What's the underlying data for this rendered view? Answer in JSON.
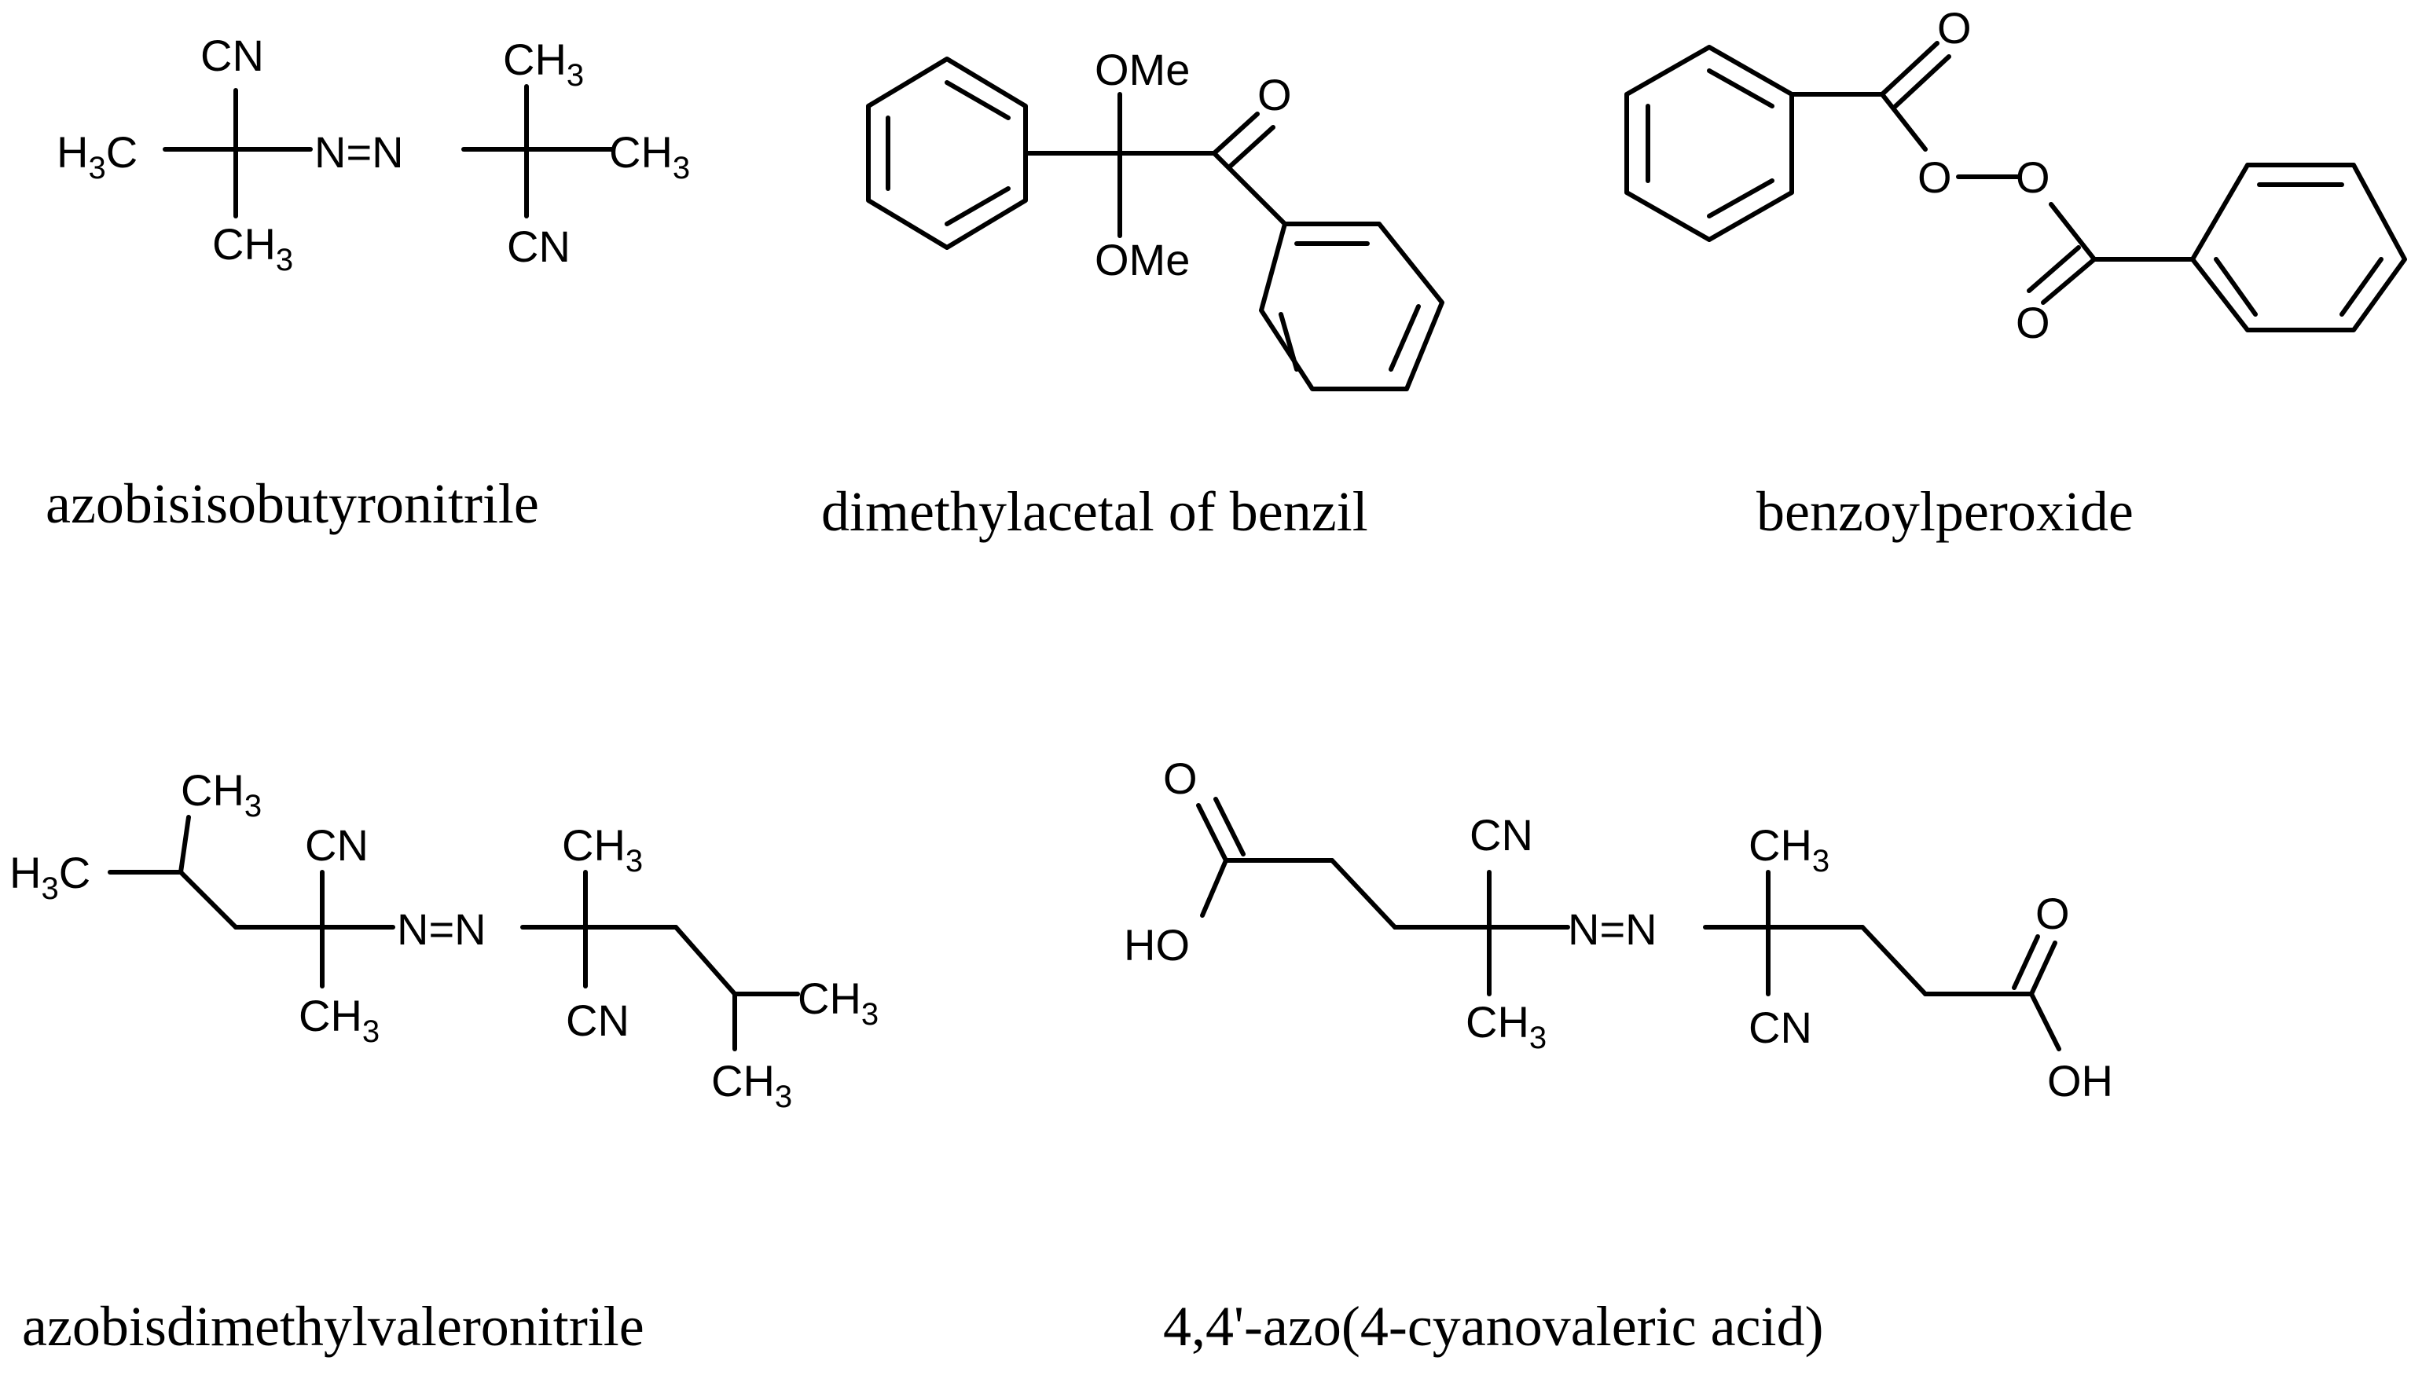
{
  "compounds": [
    {
      "name": "azobisisobutyronitrile",
      "labels": {
        "cn_top": "CN",
        "h3c_left": "H",
        "h3c_left_sub": "3",
        "h3c_left_c": "C",
        "n1": "N",
        "eq": "=",
        "n2": "N",
        "ch3_top": "CH",
        "ch3_top_sub": "3",
        "ch3_right": "CH",
        "ch3_right_sub": "3",
        "ch3_bottom": "CH",
        "ch3_bottom_sub": "3",
        "cn_bottom": "CN"
      }
    },
    {
      "name": "dimethylacetal of benzil",
      "labels": {
        "ome_top": "OMe",
        "ome_bottom": "OMe",
        "o": "O"
      }
    },
    {
      "name": "benzoylperoxide",
      "labels": {
        "o_top": "O",
        "o1": "O",
        "o2": "O",
        "o_bottom": "O"
      }
    },
    {
      "name": "azobisdimethylvaleronitrile",
      "labels": {
        "ch3_a": "CH",
        "ch3_a_sub": "3",
        "h3c": "H",
        "h3c_sub": "3",
        "h3c_c": "C",
        "cn_top": "CN",
        "n1": "N",
        "eq": "=",
        "n2": "N",
        "ch3_b": "CH",
        "ch3_b_sub": "3",
        "ch3_c": "CH",
        "ch3_c_sub": "3",
        "cn_bottom": "CN",
        "ch3_d": "CH",
        "ch3_d_sub": "3",
        "ch3_e": "CH",
        "ch3_e_sub": "3"
      }
    },
    {
      "name": "4,4'-azo(4-cyanovaleric acid)",
      "labels": {
        "o_left": "O",
        "ho": "HO",
        "cn_top": "CN",
        "n1": "N",
        "eq": "=",
        "n2": "N",
        "ch3_top": "CH",
        "ch3_top_sub": "3",
        "ch3_bottom": "CH",
        "ch3_bottom_sub": "3",
        "cn_bottom": "CN",
        "o_right": "O",
        "oh": "OH"
      }
    }
  ]
}
